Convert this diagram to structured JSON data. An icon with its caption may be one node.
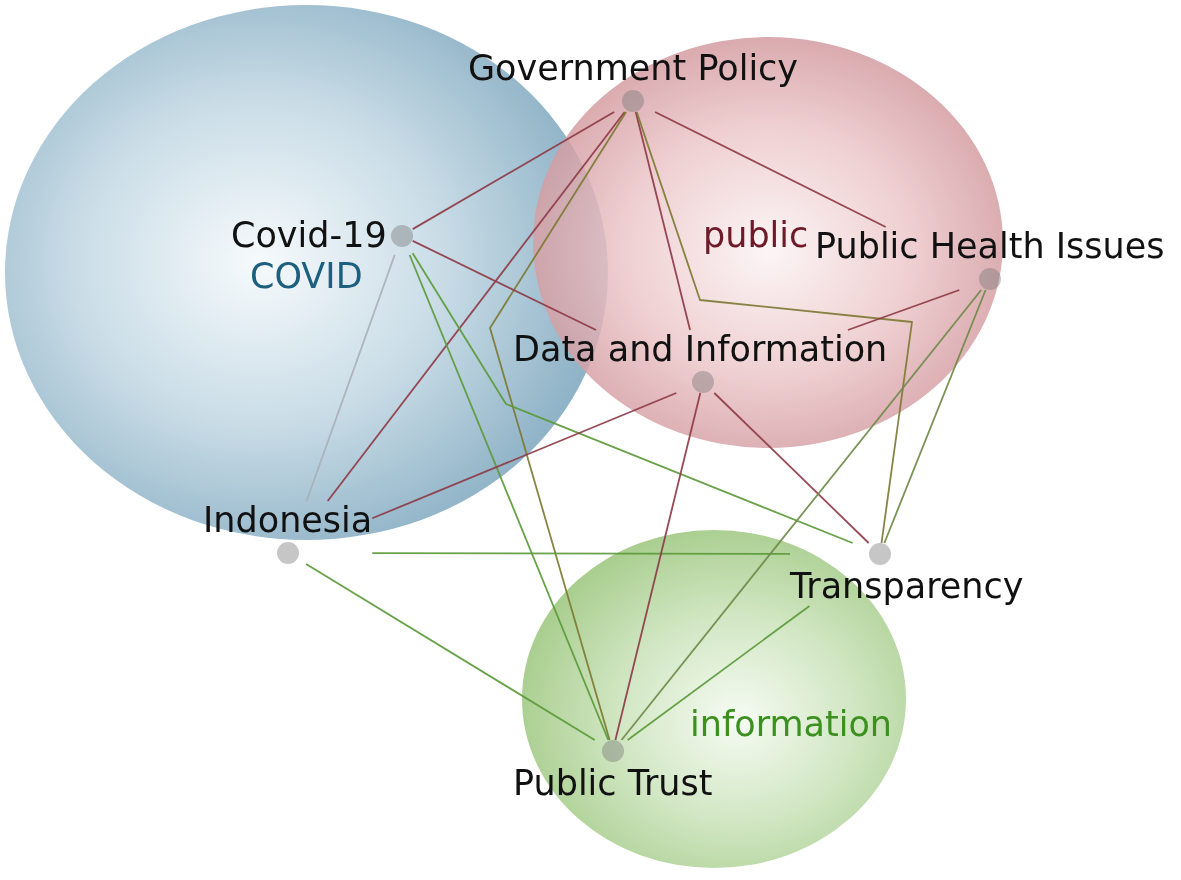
{
  "diagram": {
    "nodes": [
      {
        "text": [
          "COVID"
        ]
      },
      {
        "text": [
          "Covid-19"
        ]
      },
      {
        "text": [
          "public"
        ]
      },
      {
        "text": [
          "Government Policy"
        ]
      },
      {
        "text": [
          "Public Health Issues"
        ]
      },
      {
        "text": [
          "Data and Information"
        ]
      },
      {
        "text": [
          "Indonesia"
        ]
      },
      {
        "text": [
          "information"
        ]
      },
      {
        "text": [
          "Transparency"
        ]
      },
      {
        "text": [
          "Public Trust"
        ]
      }
    ],
    "edges": [
      {
        "from": 3,
        "to": 1,
        "arrow": "none"
      },
      {
        "from": 3,
        "to": 6,
        "arrow": "none"
      },
      {
        "from": 3,
        "to": 5,
        "arrow": "none"
      },
      {
        "from": 3,
        "to": 4,
        "arrow": "none"
      },
      {
        "from": 3,
        "to": 8,
        "arrow": "none",
        "color": "#7d7a34"
      },
      {
        "from": 3,
        "to": 9,
        "arrow": "none",
        "color": "#7d7a34"
      },
      {
        "from": 1,
        "to": 5,
        "arrow": "none"
      },
      {
        "from": 1,
        "to": 6,
        "arrow": "none",
        "color": "#a9b0b6"
      },
      {
        "from": 1,
        "to": 9,
        "arrow": "none",
        "color": "#5b9a3a"
      },
      {
        "from": 1,
        "to": 8,
        "arrow": "none",
        "color": "#5b9a3a"
      },
      {
        "from": 6,
        "to": 5,
        "arrow": "none"
      },
      {
        "from": 5,
        "to": 4,
        "arrow": "none"
      },
      {
        "from": 6,
        "to": 8,
        "arrow": "none",
        "color": "#5b9a3a"
      },
      {
        "from": 6,
        "to": 9,
        "arrow": "none",
        "color": "#5b9a3a"
      },
      {
        "from": 5,
        "to": 9,
        "arrow": "none"
      },
      {
        "from": 5,
        "to": 8,
        "arrow": "none"
      },
      {
        "from": 4,
        "to": 8,
        "arrow": "none",
        "color": "#6f8a4a"
      },
      {
        "from": 4,
        "to": 9,
        "arrow": "none",
        "color": "#6f8a4a"
      },
      {
        "from": 8,
        "to": 9,
        "arrow": "none",
        "color": "#5b9a3a"
      }
    ]
  }
}
